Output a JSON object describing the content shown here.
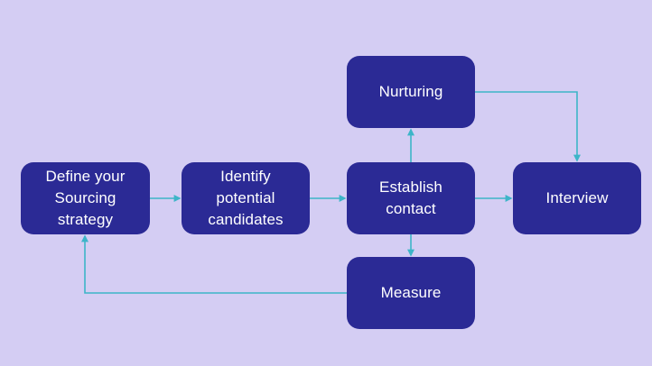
{
  "colors": {
    "background": "#d4cdf3",
    "node_fill": "#2b2a95",
    "node_text": "#ffffff",
    "connector": "#3db5c8"
  },
  "nodes": {
    "define": "Define your\nSourcing\nstrategy",
    "identify": "Identify\npotential\ncandidates",
    "establish": "Establish\ncontact",
    "nurturing": "Nurturing",
    "measure": "Measure",
    "interview": "Interview"
  }
}
